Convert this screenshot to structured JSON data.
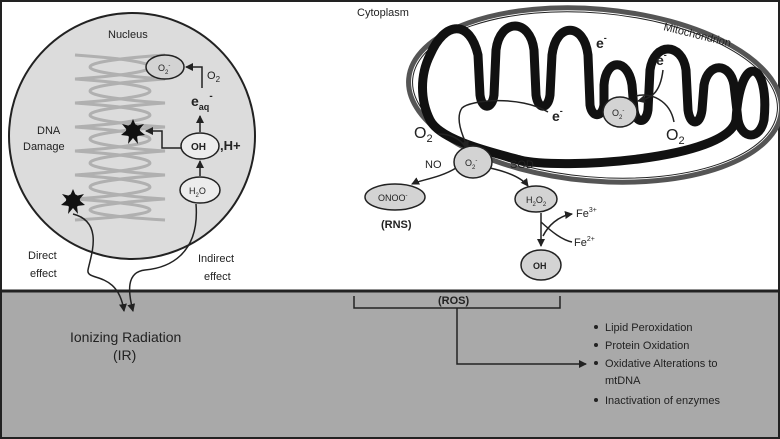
{
  "regions": {
    "nucleus": "Nucleus",
    "cytoplasm": "Cytoplasm",
    "mitochondrion": "Mitochondrion"
  },
  "nucleus_labels": {
    "dna_damage_line1": "DNA",
    "dna_damage_line2": "Damage",
    "direct_effect_line1": "Direct",
    "direct_effect_line2": "effect",
    "indirect_effect_line1": "Indirect",
    "indirect_effect_line2": "effect"
  },
  "species": {
    "o2_minus_base": "O",
    "o2_minus_sub": "2",
    "o2_minus_sup": "-",
    "o2_base": "O",
    "o2_sub": "2",
    "e_aq_base": "e",
    "e_aq_sub": "aq",
    "e_aq_sup": "-",
    "oh": "OH",
    "h_plus": ",H+",
    "h2o_h": "H",
    "h2o_sub": "2",
    "h2o_o": "O",
    "e_minus_base": "e",
    "e_minus_sup": "-",
    "onoo": "ONOO",
    "onoo_sup": "-",
    "h2o2_h": "H",
    "h2o2_sub1": "2",
    "h2o2_o": "O",
    "h2o2_sub2": "2",
    "fe3_base": "Fe",
    "fe3_sup": "3+",
    "fe2_base": "Fe",
    "fe2_sup": "2+"
  },
  "reactions": {
    "no": "NO",
    "sod": "SOD",
    "rns": "(RNS)",
    "ros": "(ROS)"
  },
  "source": {
    "line1": "Ionizing Radiation",
    "line2": "(IR)"
  },
  "effects": [
    "Lipid Peroxidation",
    "Protein Oxidation",
    "Oxidative Alterations to",
    "mtDNA",
    "Inactivation of enzymes"
  ],
  "colors": {
    "lower_band": "#a9a9a9",
    "nucleus_fill": "#dcdcdc",
    "node_fill": "#d3d3d3",
    "dna_strand": "#b0b0b0",
    "stroke": "#222222"
  }
}
